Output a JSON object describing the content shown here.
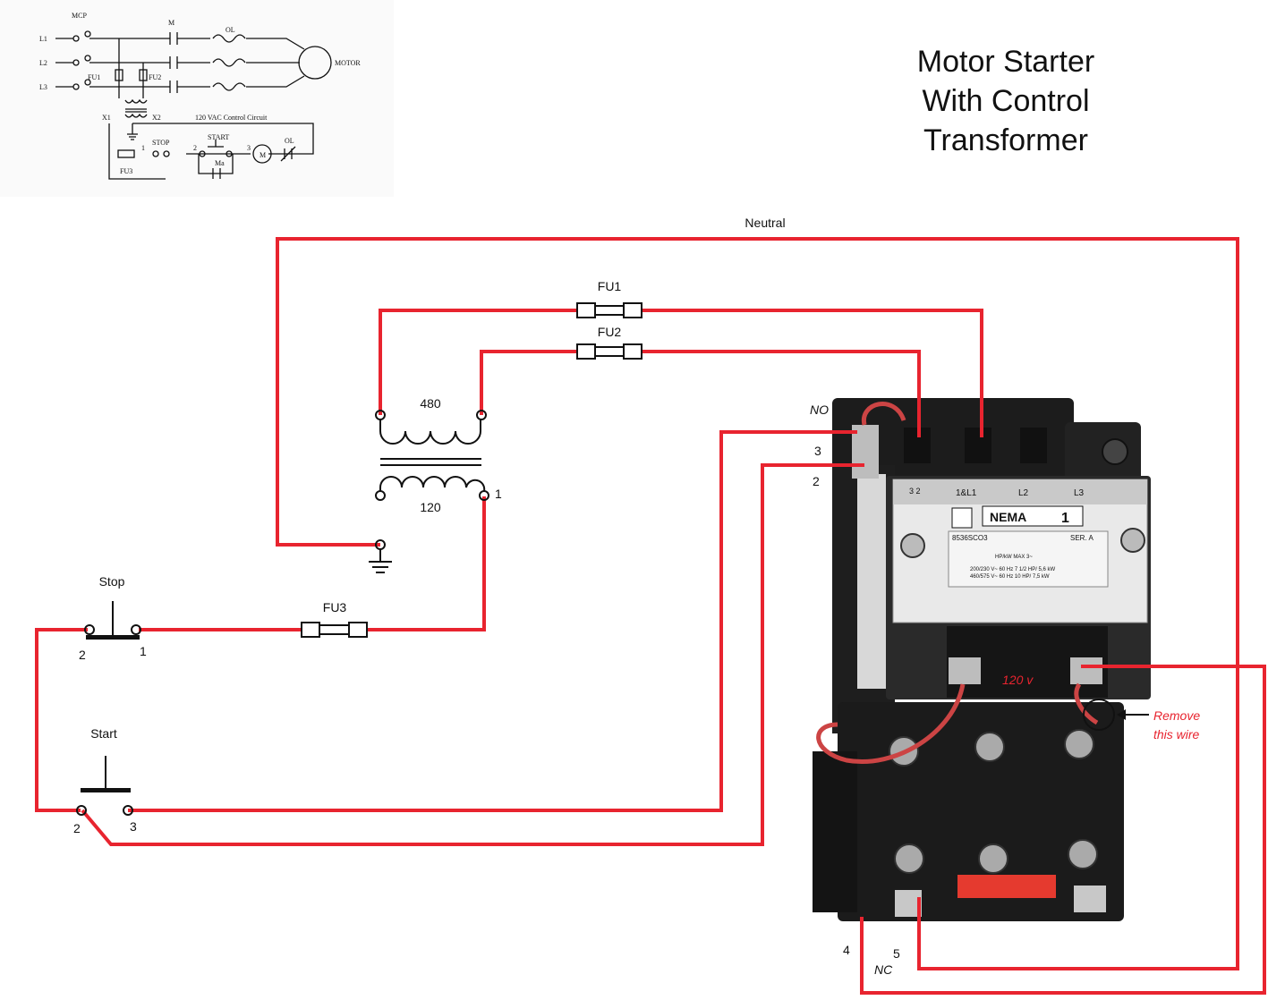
{
  "title": {
    "lines": [
      "Motor Starter",
      "With Control",
      "Transformer"
    ]
  },
  "labels": {
    "neutral": "Neutral",
    "fu1": "FU1",
    "fu2": "FU2",
    "fu3": "FU3",
    "primary_voltage": "480",
    "secondary_voltage": "120",
    "secondary_terminal": "1",
    "stop": "Stop",
    "stop_left_terminal": "2",
    "stop_right_terminal": "1",
    "start": "Start",
    "start_left_terminal": "2",
    "start_right_terminal": "3",
    "no": "NO",
    "aux_3": "3",
    "aux_2": "2",
    "nc": "NC",
    "aux_4": "4",
    "aux_5": "5",
    "coil_voltage": "120 v",
    "remove_note_line1": "Remove",
    "remove_note_line2": "this wire"
  },
  "starter_plate": {
    "term_32": "3\n2",
    "l1": "1&L1",
    "l2": "L2",
    "l3": "L3",
    "brand": "NEMA",
    "size": "1",
    "model": "8536SCO3",
    "series": "SER. A",
    "rating_head": "HP/kW MAX 3~",
    "rating_1": "200/230 V~ 60 Hz  7 1/2 HP/ 5,6 kW",
    "rating_2": "460/575 V~ 60 Hz  10 HP/ 7,5 kW"
  },
  "schematic": {
    "mcp": "MCP",
    "m": "M",
    "ol": "OL",
    "l1": "L1",
    "l2": "L2",
    "l3": "L3",
    "fu1": "FU1",
    "fu2": "FU2",
    "motor": "MOTOR",
    "x1": "X1",
    "x2": "X2",
    "control": "120 VAC Control Circuit",
    "stop": "STOP",
    "start": "START",
    "fu3": "FU3",
    "n1": "1",
    "n2": "2",
    "n3": "3",
    "coil": "M",
    "ma": "Ma"
  },
  "colors": {
    "wire": "#e8242f",
    "text": "#111111",
    "note": "#e8242f"
  }
}
